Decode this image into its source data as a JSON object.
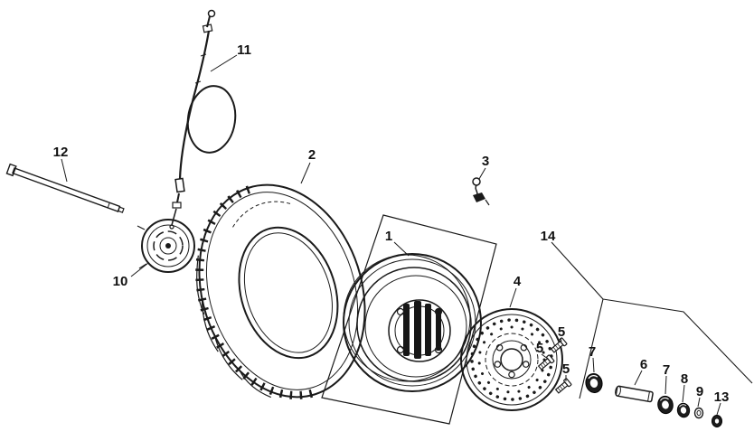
{
  "colors": {
    "background": "#ffffff",
    "ink": "#1a1a1a"
  },
  "callouts": [
    "11",
    "12",
    "2",
    "3",
    "1",
    "14",
    "10",
    "4",
    "5",
    "5",
    "5",
    "7",
    "6",
    "7",
    "8",
    "9",
    "13"
  ]
}
